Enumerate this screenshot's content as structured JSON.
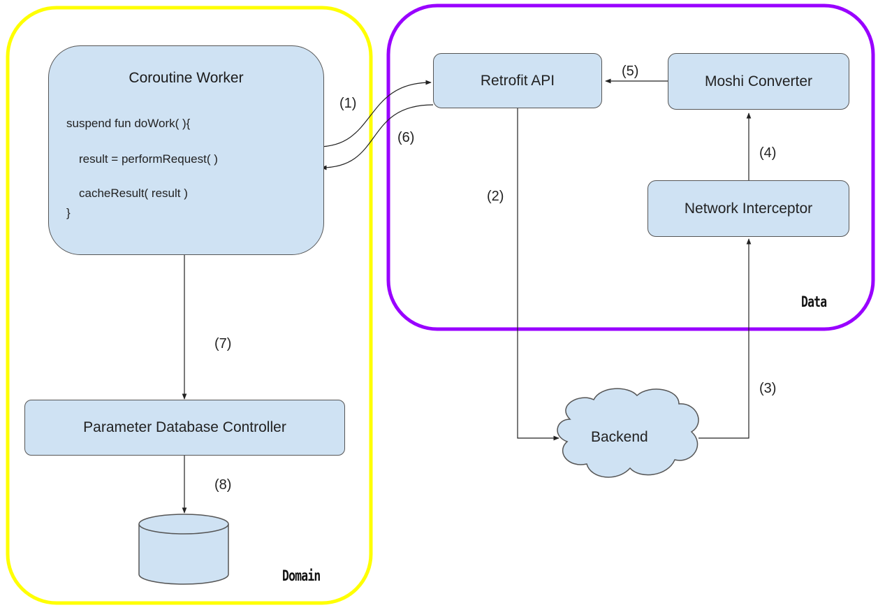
{
  "regions": {
    "domain": {
      "label": "Domain",
      "color": "#ffff00"
    },
    "data": {
      "label": "Data",
      "color": "#9900ff"
    }
  },
  "nodes": {
    "coroutine_worker": {
      "title": "Coroutine Worker",
      "code": [
        "suspend fun doWork( ){",
        "result = performRequest( )",
        "cacheResult( result )",
        "}"
      ]
    },
    "parameter_db_controller": "Parameter Database Controller",
    "database": "",
    "retrofit_api": "Retrofit API",
    "moshi_converter": "Moshi Converter",
    "network_interceptor": "Network Interceptor",
    "backend": "Backend"
  },
  "edges": [
    {
      "id": "1",
      "label": "(1)",
      "from": "Coroutine Worker",
      "to": "Retrofit API"
    },
    {
      "id": "2",
      "label": "(2)",
      "from": "Retrofit API",
      "to": "Backend"
    },
    {
      "id": "3",
      "label": "(3)",
      "from": "Backend",
      "to": "Network Interceptor"
    },
    {
      "id": "4",
      "label": "(4)",
      "from": "Network Interceptor",
      "to": "Moshi Converter"
    },
    {
      "id": "5",
      "label": "(5)",
      "from": "Moshi Converter",
      "to": "Retrofit API"
    },
    {
      "id": "6",
      "label": "(6)",
      "from": "Retrofit API",
      "to": "Coroutine Worker"
    },
    {
      "id": "7",
      "label": "(7)",
      "from": "Coroutine Worker",
      "to": "Parameter Database Controller"
    },
    {
      "id": "8",
      "label": "(8)",
      "from": "Parameter Database Controller",
      "to": "database"
    }
  ],
  "colors": {
    "node_fill": "#cfe2f3",
    "node_stroke": "#555555",
    "edge": "#222222"
  }
}
